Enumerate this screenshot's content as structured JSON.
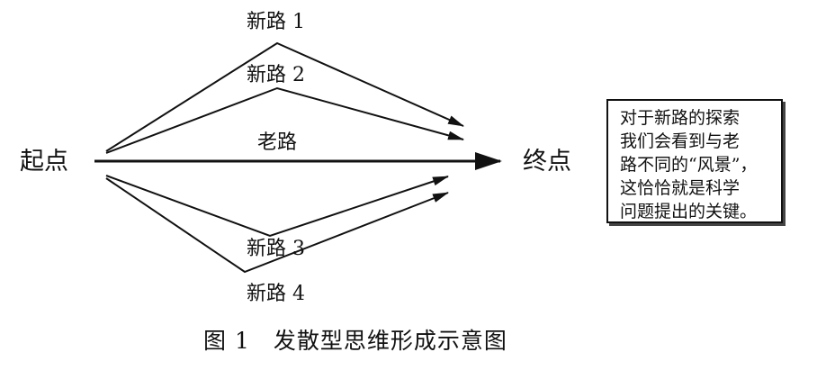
{
  "diagram": {
    "start_label": "起点",
    "end_label": "终点",
    "routes": {
      "new_road_1": "新路 1",
      "new_road_2": "新路 2",
      "old_road": "老路",
      "new_road_3": "新路 3",
      "new_road_4": "新路 4"
    },
    "note_lines": [
      "对于新路的探索",
      "我们会看到与老",
      "路不同的“风景”，",
      "这恰恰就是科学",
      "问题提出的关键。"
    ],
    "caption": "图 1　发散型思维形成示意图"
  }
}
